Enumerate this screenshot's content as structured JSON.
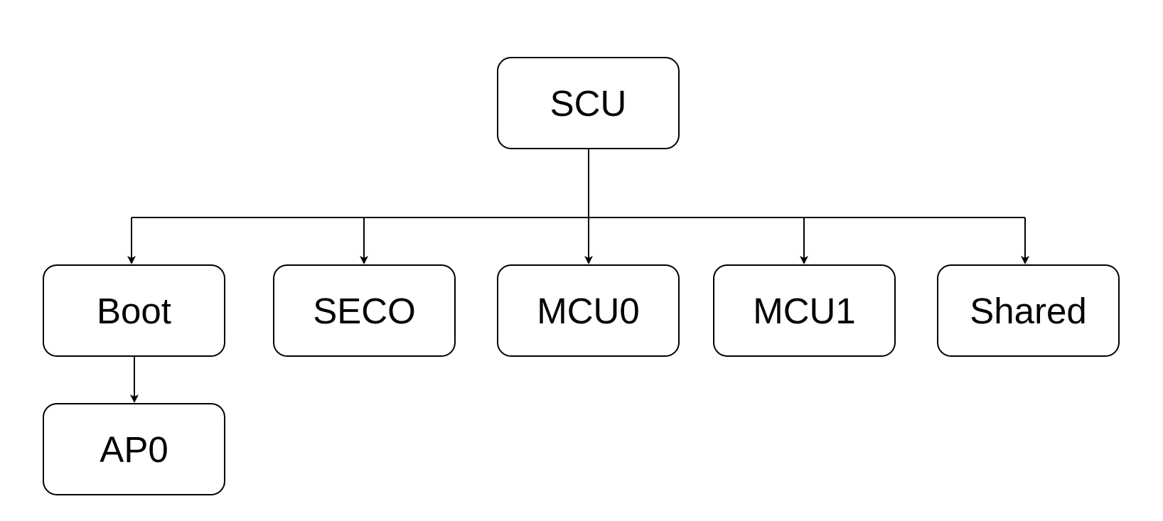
{
  "diagram": {
    "nodes": {
      "scu": "SCU",
      "boot": "Boot",
      "seco": "SECO",
      "mcu0": "MCU0",
      "mcu1": "MCU1",
      "shared": "Shared",
      "ap0": "AP0"
    },
    "edges": [
      {
        "from": "SCU",
        "to": "Boot"
      },
      {
        "from": "SCU",
        "to": "SECO"
      },
      {
        "from": "SCU",
        "to": "MCU0"
      },
      {
        "from": "SCU",
        "to": "MCU1"
      },
      {
        "from": "SCU",
        "to": "Shared"
      },
      {
        "from": "Boot",
        "to": "AP0"
      }
    ],
    "colors": {
      "stroke": "#000000",
      "fill": "#ffffff",
      "text": "#000000"
    }
  }
}
